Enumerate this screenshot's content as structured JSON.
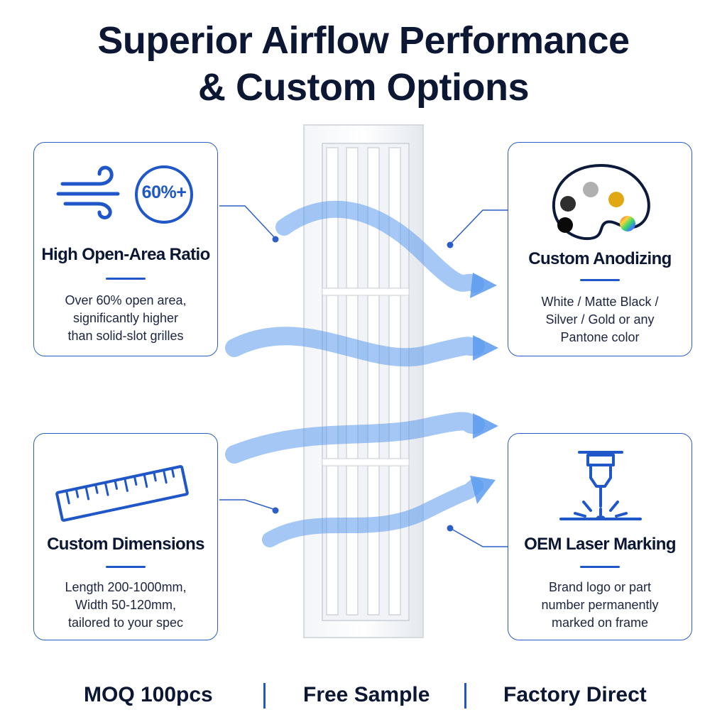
{
  "title": {
    "line1": "Superior Airflow Performance",
    "line2": "& Custom Options"
  },
  "cards": {
    "open_area": {
      "badge": "60%+",
      "heading": "High Open-Area Ratio",
      "desc": [
        "Over 60% open area,",
        "significantly higher",
        "than solid-slot grilles"
      ],
      "icon": "wind-icon"
    },
    "dimensions": {
      "heading": "Custom Dimensions",
      "desc": [
        "Length 200-1000mm,",
        "Width 50-120mm,",
        "tailored to your spec"
      ],
      "icon": "ruler-icon"
    },
    "anodizing": {
      "heading": "Custom Anodizing",
      "desc": [
        "White / Matte Black /",
        "Silver / Gold or any",
        "Pantone color"
      ],
      "icon": "palette-icon",
      "swatches": [
        "#2e2e2e",
        "#b0b0b0",
        "#e0a914",
        "#0a0a0a",
        "rainbow"
      ]
    },
    "laser": {
      "heading": "OEM Laser Marking",
      "desc": [
        "Brand logo or part",
        "number permanently",
        "marked on frame"
      ],
      "icon": "laser-icon"
    }
  },
  "footer": {
    "items": [
      "MOQ 100pcs",
      "Free Sample",
      "Factory Direct"
    ]
  },
  "colors": {
    "accent": "#1f56c8",
    "title": "#0b1733",
    "airflow": "#4a8fe8"
  }
}
